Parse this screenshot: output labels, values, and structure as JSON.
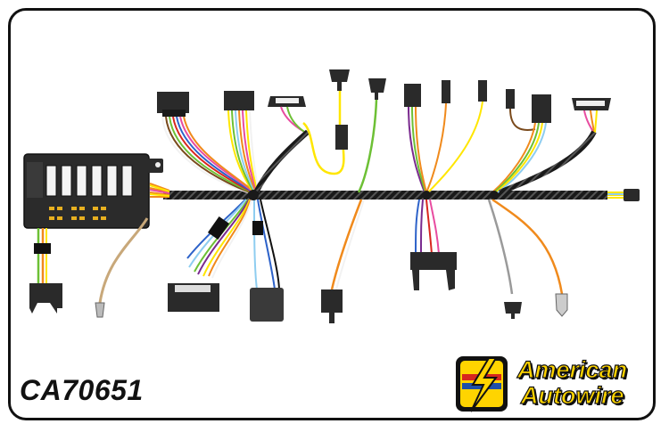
{
  "product": {
    "part_number": "CA70651"
  },
  "brand": {
    "name_line1": "American",
    "name_line2": "Autowire",
    "logo_colors": {
      "yellow": "#ffd400",
      "red": "#d7261e",
      "blue": "#1e4fa8",
      "black": "#111111"
    }
  },
  "wire_colors": {
    "harness_wrap": "#1a1a1a",
    "connector": "#2a2a2a",
    "orange": "#f08a1c",
    "yellow": "#ffe600",
    "green": "#6dc035",
    "light_blue": "#8ecdf0",
    "blue": "#2d62c9",
    "purple": "#7a2a8f",
    "pink": "#e84ca0",
    "red": "#d9261e",
    "brown": "#7a4a1c",
    "tan": "#c8a87a",
    "grey": "#9a9a9a",
    "white": "#f2f2f2"
  }
}
